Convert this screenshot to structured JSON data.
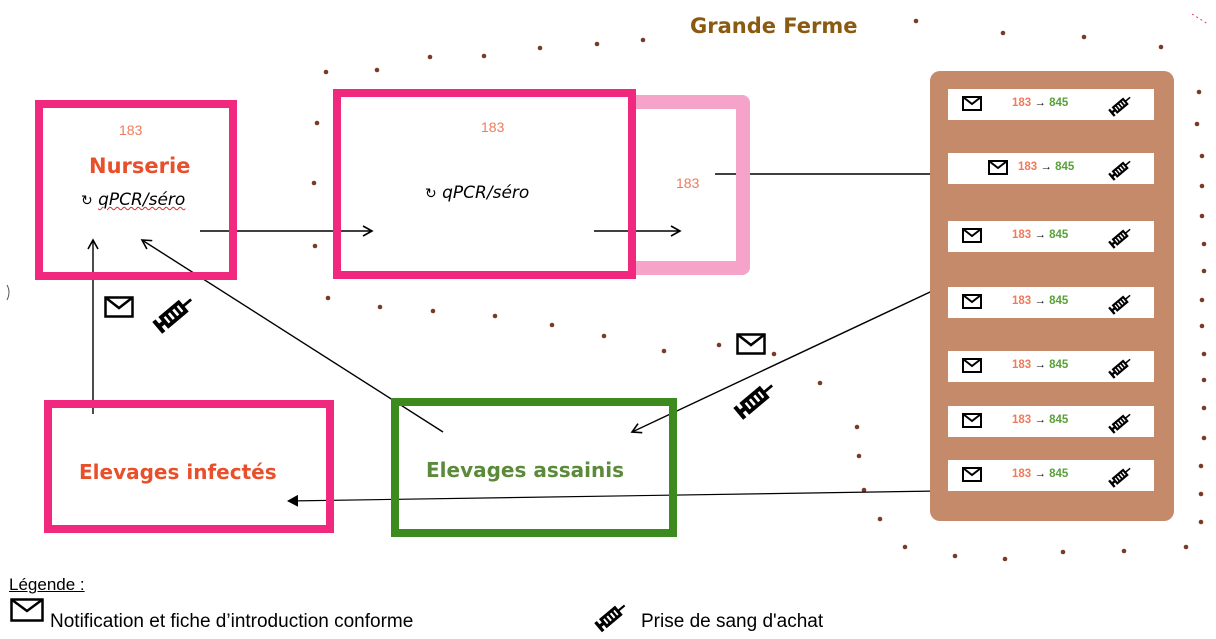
{
  "title": "Grande Ferme",
  "nurserie": {
    "count": "183",
    "name": "Nurserie",
    "method": "qPCR/séro"
  },
  "engraissement": {
    "count": "183",
    "method": "qPCR/séro"
  },
  "quai": {
    "count": "183"
  },
  "elevages_infectes": {
    "label": "Elevages infectés"
  },
  "elevages_assainis": {
    "label": "Elevages assainis"
  },
  "lots": [
    {
      "from": "183",
      "arrow": "→",
      "to": "845"
    },
    {
      "from": "183",
      "arrow": "→",
      "to": "845"
    },
    {
      "from": "183",
      "arrow": "→",
      "to": "845"
    },
    {
      "from": "183",
      "arrow": "→",
      "to": "845"
    },
    {
      "from": "183",
      "arrow": "→",
      "to": "845"
    },
    {
      "from": "183",
      "arrow": "→",
      "to": "845"
    },
    {
      "from": "183",
      "arrow": "→",
      "to": "845"
    }
  ],
  "legend": {
    "title": "Légende :",
    "notification": "Notification et fiche d’introduction conforme",
    "prise_de_sang": "Prise de sang d'achat"
  },
  "icons": {
    "method": "refresh-icon",
    "notification": "envelope-icon",
    "blood_test": "syringe-icon"
  },
  "colors": {
    "pink_border": "#f0287e",
    "light_pink": "#f5a3c8",
    "green_border": "#3d8a1e",
    "brown": "#c48a6a",
    "dot": "#7a3a28",
    "title": "#8a5a10",
    "orange_text": "#e8502b",
    "green_text": "#5a8a3a"
  }
}
